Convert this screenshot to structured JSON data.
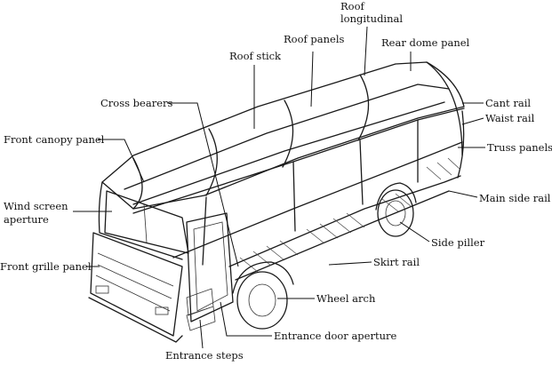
{
  "figure": {
    "labels": {
      "roof_longitudinal_1": "Roof",
      "roof_longitudinal_2": "longitudinal",
      "roof_panels": "Roof panels",
      "rear_dome_panel": "Rear dome panel",
      "roof_stick": "Roof stick",
      "cross_bearers": "Cross bearers",
      "cant_rail": "Cant rail",
      "waist_rail": "Waist rail",
      "front_canopy_panel": "Front canopy panel",
      "truss_panels": "Truss panels",
      "main_side_rail": "Main side rail",
      "wind_screen_aperture_1": "Wind screen",
      "wind_screen_aperture_2": "aperture",
      "side_piller": "Side piller",
      "skirt_rail": "Skirt rail",
      "front_grille_panel": "Front grille panel",
      "wheel_arch": "Wheel arch",
      "entrance_door_aperture": "Entrance door aperture",
      "entrance_steps": "Entrance steps"
    }
  }
}
